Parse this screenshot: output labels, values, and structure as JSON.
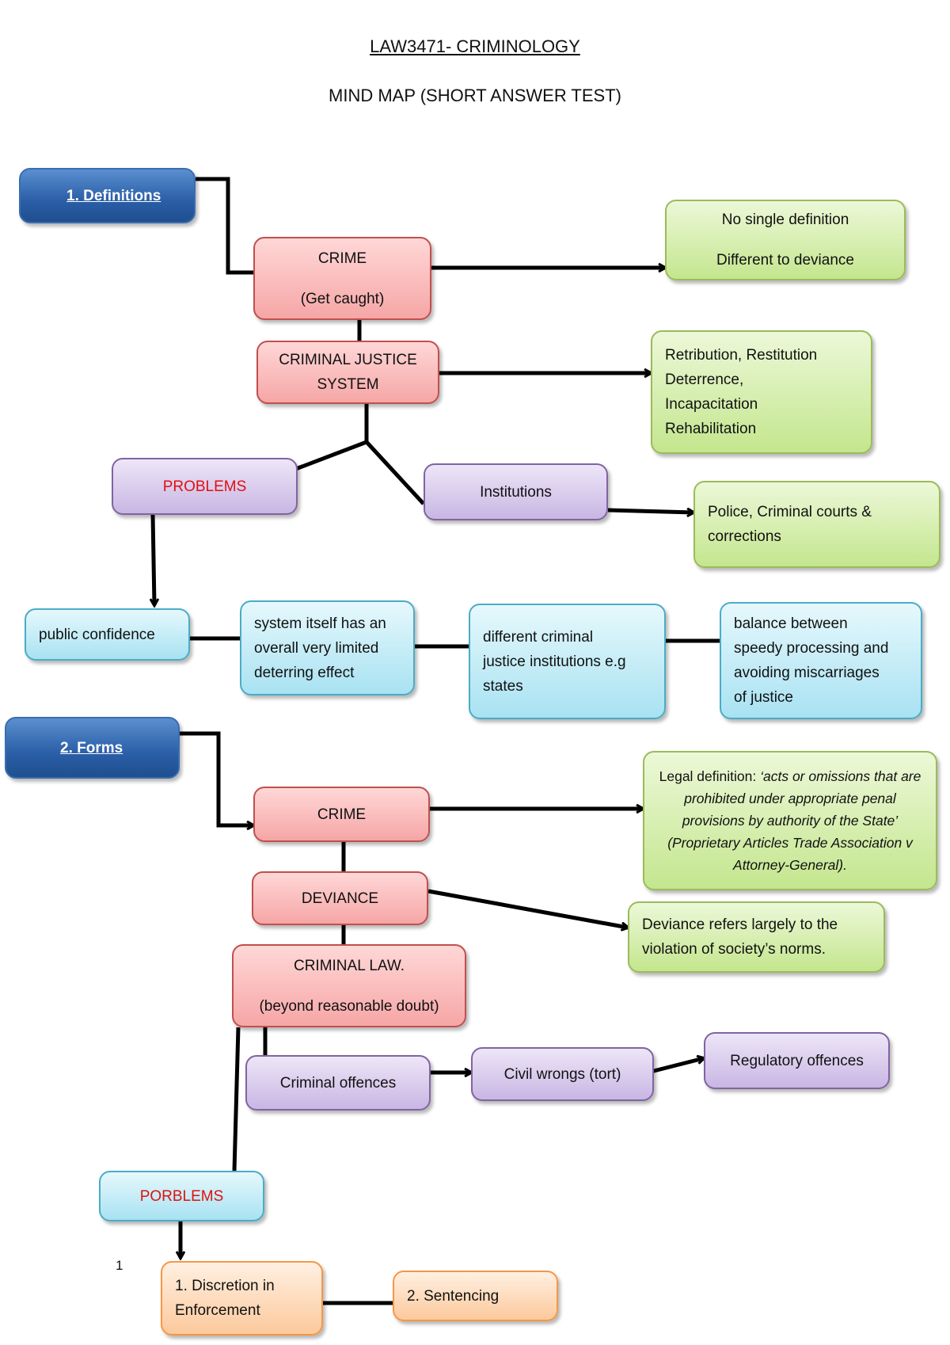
{
  "header": {
    "course": "LAW3471- CRIMINOLOGY",
    "subtitle": "MIND MAP (SHORT ANSWER TEST)"
  },
  "section1": {
    "heading": "1.   Definitions",
    "crime": [
      "CRIME",
      "(Get caught)"
    ],
    "crime_note": [
      "No single definition",
      "Different to deviance"
    ],
    "cjs": [
      "CRIMINAL JUSTICE",
      "SYSTEM"
    ],
    "cjs_aims": [
      "Retribution, Restitution",
      "Deterrence,",
      "Incapacitation",
      "Rehabilitation"
    ],
    "problems": "PROBLEMS",
    "institutions": "Institutions",
    "institutions_list": [
      "Police, Criminal courts &",
      "corrections"
    ],
    "public_confidence": "public confidence",
    "limited_effect": [
      "system itself has an",
      "overall very limited",
      "deterring effect"
    ],
    "different_institutions": [
      "different criminal",
      "justice institutions e.g",
      "states"
    ],
    "balance": [
      "balance between",
      "speedy processing and",
      "avoiding miscarriages",
      "of justice"
    ]
  },
  "section2": {
    "heading": "2. Forms",
    "crime": "CRIME",
    "legal_definition_lead": "Legal definition: ",
    "legal_definition": "‘acts or omissions that are prohibited under appropriate penal provisions by authority of the State’ (Proprietary Articles Trade Association v Attorney-General).",
    "deviance": "DEVIANCE",
    "deviance_note": [
      "Deviance refers largely to the",
      "violation of society’s norms."
    ],
    "criminal_law": [
      "CRIMINAL LAW.",
      "(beyond reasonable doubt)"
    ],
    "criminal_offences": "Criminal offences",
    "civil_wrongs": "Civil wrongs (tort)",
    "regulatory_offences": "Regulatory offences",
    "problems": "PORBLEMS",
    "discretion": [
      "1. Discretion in",
      "Enforcement"
    ],
    "sentencing": "2. Sentencing"
  },
  "footer": {
    "page_number": "1"
  },
  "colors": {
    "blue": "#2a5ea6",
    "red_fill": "#f6a6a6",
    "purple_fill": "#c9b6e4",
    "green_fill": "#c4e68e",
    "cyan_fill": "#a8e2f2",
    "orange_fill": "#fcc99c",
    "problem_text": "#e01010"
  }
}
